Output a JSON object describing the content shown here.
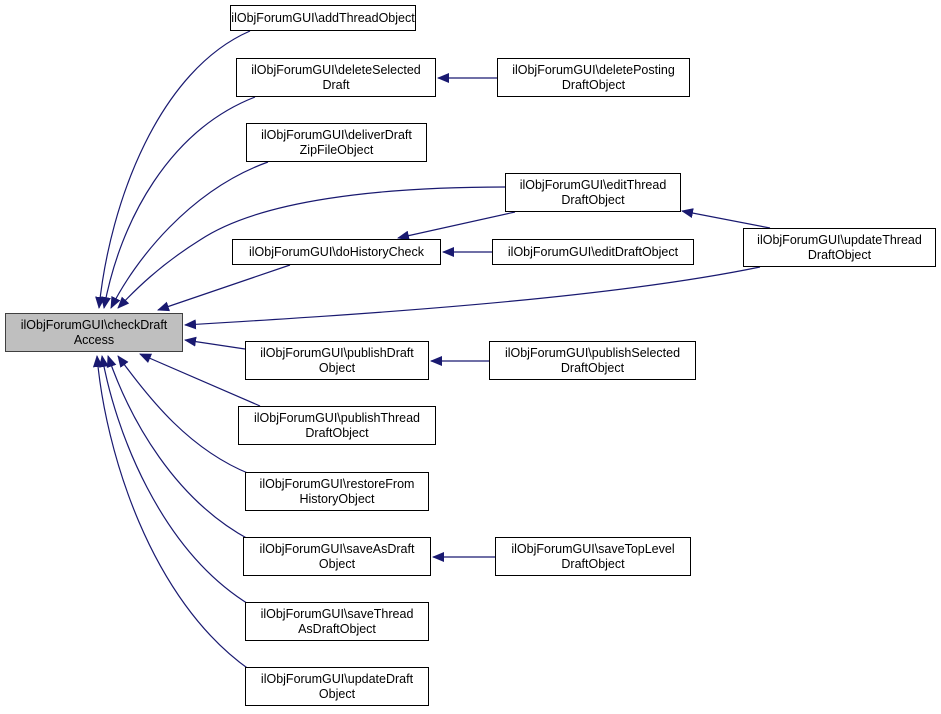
{
  "diagram": {
    "title": "Caller graph of ilObjForumGUI\\checkDraftAccess",
    "edge_color": "#191970",
    "root_fill": "#bfbfbf",
    "nodes": [
      {
        "id": "checkDraftAccess",
        "lines": [
          "ilObjForumGUI\\checkDraft",
          "Access"
        ],
        "root": true
      },
      {
        "id": "addThreadObject",
        "lines": [
          "ilObjForumGUI\\addThreadObject"
        ]
      },
      {
        "id": "deleteSelectedDraft",
        "lines": [
          "ilObjForumGUI\\deleteSelected",
          "Draft"
        ]
      },
      {
        "id": "deletePostingDraftObject",
        "lines": [
          "ilObjForumGUI\\deletePosting",
          "DraftObject"
        ]
      },
      {
        "id": "deliverDraftZipFileObject",
        "lines": [
          "ilObjForumGUI\\deliverDraft",
          "ZipFileObject"
        ]
      },
      {
        "id": "editThreadDraftObject",
        "lines": [
          "ilObjForumGUI\\editThread",
          "DraftObject"
        ]
      },
      {
        "id": "updateThreadDraftObject",
        "lines": [
          "ilObjForumGUI\\updateThread",
          "DraftObject"
        ]
      },
      {
        "id": "doHistoryCheck",
        "lines": [
          "ilObjForumGUI\\doHistoryCheck"
        ]
      },
      {
        "id": "editDraftObject",
        "lines": [
          "ilObjForumGUI\\editDraftObject"
        ]
      },
      {
        "id": "publishDraftObject",
        "lines": [
          "ilObjForumGUI\\publishDraft",
          "Object"
        ]
      },
      {
        "id": "publishSelectedDraftObject",
        "lines": [
          "ilObjForumGUI\\publishSelected",
          "DraftObject"
        ]
      },
      {
        "id": "publishThreadDraftObject",
        "lines": [
          "ilObjForumGUI\\publishThread",
          "DraftObject"
        ]
      },
      {
        "id": "restoreFromHistoryObject",
        "lines": [
          "ilObjForumGUI\\restoreFrom",
          "HistoryObject"
        ]
      },
      {
        "id": "saveAsDraftObject",
        "lines": [
          "ilObjForumGUI\\saveAsDraft",
          "Object"
        ]
      },
      {
        "id": "saveTopLevelDraftObject",
        "lines": [
          "ilObjForumGUI\\saveTopLevel",
          "DraftObject"
        ]
      },
      {
        "id": "saveThreadAsDraftObject",
        "lines": [
          "ilObjForumGUI\\saveThread",
          "AsDraftObject"
        ]
      },
      {
        "id": "updateDraftObject",
        "lines": [
          "ilObjForumGUI\\updateDraft",
          "Object"
        ]
      }
    ],
    "edges": [
      {
        "from": "addThreadObject",
        "to": "checkDraftAccess"
      },
      {
        "from": "deleteSelectedDraft",
        "to": "checkDraftAccess"
      },
      {
        "from": "deletePostingDraftObject",
        "to": "deleteSelectedDraft"
      },
      {
        "from": "deliverDraftZipFileObject",
        "to": "checkDraftAccess"
      },
      {
        "from": "editThreadDraftObject",
        "to": "checkDraftAccess"
      },
      {
        "from": "editThreadDraftObject",
        "to": "doHistoryCheck"
      },
      {
        "from": "updateThreadDraftObject",
        "to": "editThreadDraftObject"
      },
      {
        "from": "updateThreadDraftObject",
        "to": "checkDraftAccess"
      },
      {
        "from": "doHistoryCheck",
        "to": "checkDraftAccess"
      },
      {
        "from": "editDraftObject",
        "to": "doHistoryCheck"
      },
      {
        "from": "publishDraftObject",
        "to": "checkDraftAccess"
      },
      {
        "from": "publishSelectedDraftObject",
        "to": "publishDraftObject"
      },
      {
        "from": "publishThreadDraftObject",
        "to": "checkDraftAccess"
      },
      {
        "from": "restoreFromHistoryObject",
        "to": "checkDraftAccess"
      },
      {
        "from": "saveAsDraftObject",
        "to": "checkDraftAccess"
      },
      {
        "from": "saveTopLevelDraftObject",
        "to": "saveAsDraftObject"
      },
      {
        "from": "saveThreadAsDraftObject",
        "to": "checkDraftAccess"
      },
      {
        "from": "updateDraftObject",
        "to": "checkDraftAccess"
      }
    ]
  }
}
